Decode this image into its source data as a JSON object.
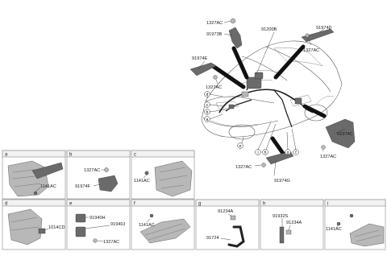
{
  "callouts": {
    "c1327ac_top": "1327AC",
    "c91973b": "91973B",
    "c91200b": "91200B",
    "c91974d": "91974D",
    "c1327ac_tr": "1327AC",
    "c91974e": "91974E",
    "c1327ac_mid": "1327AC",
    "c91974c": "91974C",
    "c1327ac_r": "1327AC",
    "c1327ac_bot": "1327AC",
    "c91974g": "91974G"
  },
  "markers": [
    "a",
    "b",
    "c",
    "d",
    "e",
    "f",
    "g",
    "h",
    "i"
  ],
  "panels": [
    {
      "letter": "a",
      "labels": [
        "1141AC"
      ]
    },
    {
      "letter": "b",
      "labels": [
        "1327AC",
        "91974F"
      ]
    },
    {
      "letter": "c",
      "labels": [
        "1141AC"
      ]
    },
    {
      "letter": "d",
      "labels": [
        "1014CD"
      ]
    },
    {
      "letter": "e",
      "labels": [
        "91940H",
        "91940J",
        "1327AC"
      ]
    },
    {
      "letter": "f",
      "labels": [
        "1141AC"
      ]
    },
    {
      "letter": "g",
      "labels": [
        "91234A",
        "91724"
      ]
    },
    {
      "letter": "h",
      "labels": [
        "91932S",
        "91234A"
      ]
    },
    {
      "letter": "i",
      "labels": [
        "1141AC"
      ]
    }
  ]
}
